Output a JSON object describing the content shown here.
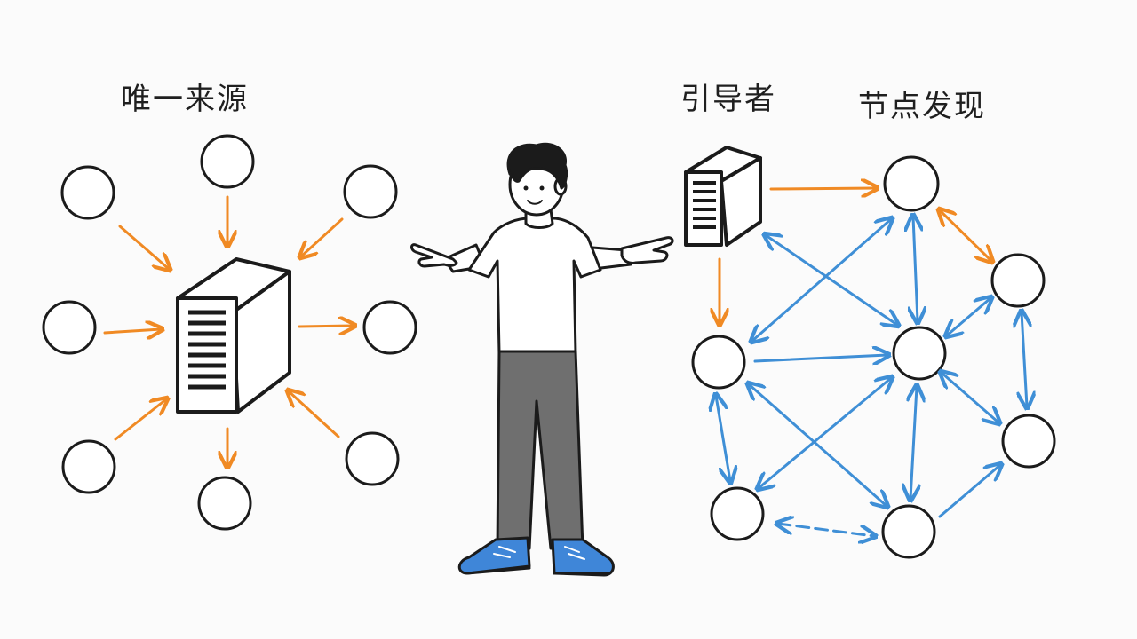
{
  "labels": {
    "left": "唯一来源",
    "middle": "引导者",
    "right": "节点发现"
  },
  "colors": {
    "orange_arrow": "#f08a24",
    "blue_arrow": "#3f8fd6",
    "ink": "#1b1b1b",
    "shirt": "#ffffff",
    "pants": "#6f6f6f",
    "shoes": "#3f86d8"
  }
}
